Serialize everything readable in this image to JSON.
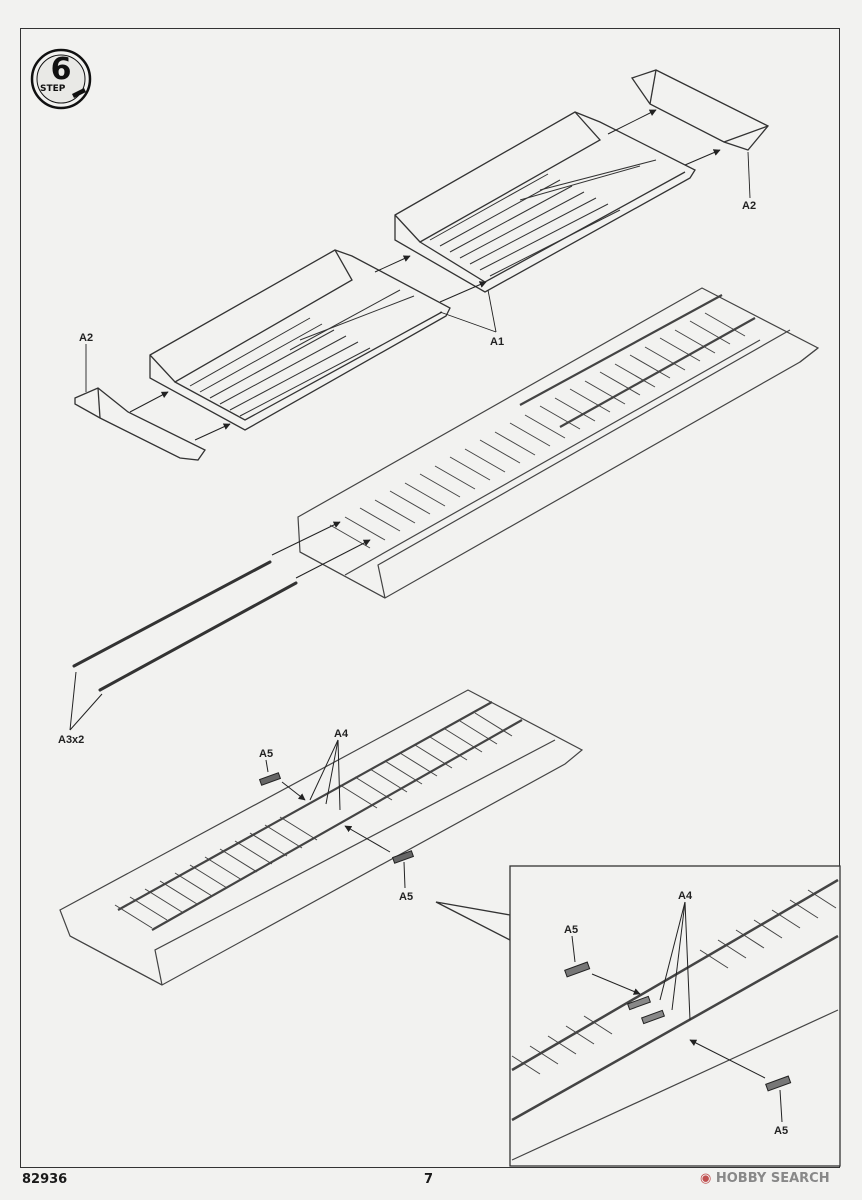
{
  "step": {
    "number": "6",
    "word": "STEP"
  },
  "labels": {
    "a2_top": "A2",
    "a2_left": "A2",
    "a1": "A1",
    "a3": "A3x2",
    "a5_top": "A5",
    "a4": "A4",
    "a5_bottom": "A5",
    "detail_a4": "A4",
    "detail_a5_top": "A5",
    "detail_a5_bottom": "A5"
  },
  "footer": {
    "code": "82936",
    "page": "7"
  },
  "watermark": {
    "brand": "HOBBY SEARCH"
  }
}
